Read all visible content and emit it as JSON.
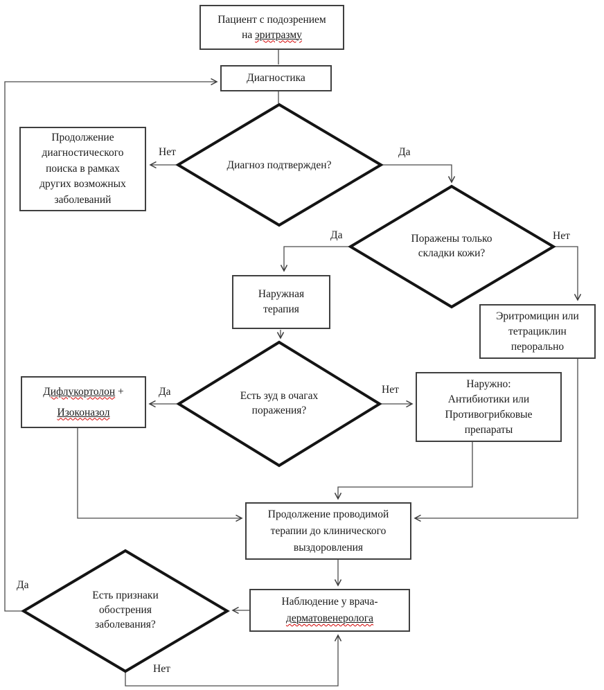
{
  "nodes": {
    "start": {
      "line1": "Пациент с подозрением",
      "line2_prefix": "на ",
      "line2_word": "эритразму"
    },
    "diagnostics": {
      "text": "Диагностика"
    },
    "decision_confirmed": {
      "text": "Диагноз подтвержден?"
    },
    "continue_search": {
      "lines": [
        "Продолжение",
        "диагностического",
        "поиска в рамках",
        "других возможных",
        "заболеваний"
      ]
    },
    "decision_folds": {
      "lines": [
        "Поражены только",
        "складки кожи?"
      ]
    },
    "topical_therapy": {
      "lines": [
        "Наружная",
        "терапия"
      ]
    },
    "erythromycin": {
      "lines": [
        "Эритромицин или",
        "тетрациклин",
        "перорально"
      ]
    },
    "decision_itch": {
      "lines": [
        "Есть зуд в очагах",
        "поражения?"
      ]
    },
    "diflucortolone": {
      "word1": "Дифлукортолон",
      "plus": " +",
      "word2": "Изоконазол"
    },
    "topical_antibiotics": {
      "lines": [
        "Наружно:",
        "Антибиотики или",
        "Противогрибковые",
        "препараты"
      ]
    },
    "continue_therapy": {
      "lines": [
        "Продолжение проводимой",
        "терапии до клинического",
        "выздоровления"
      ]
    },
    "observation": {
      "line1": "Наблюдение у врача-",
      "line2_word": "дерматовенеролога"
    },
    "decision_relapse": {
      "lines": [
        "Есть признаки",
        "обострения",
        "заболевания?"
      ]
    }
  },
  "edge_labels": {
    "confirmed_no": "Нет",
    "confirmed_yes": "Да",
    "folds_yes": "Да",
    "folds_no": "Нет",
    "itch_yes": "Да",
    "itch_no": "Нет",
    "relapse_yes": "Да",
    "relapse_no": "Нет"
  },
  "colors": {
    "box_border": "#3f3f3f",
    "diamond_border": "#141414",
    "connector": "#4a4a4a",
    "text": "#1a1a1a",
    "spellcheck_underline": "#d40000",
    "background": "#ffffff"
  }
}
